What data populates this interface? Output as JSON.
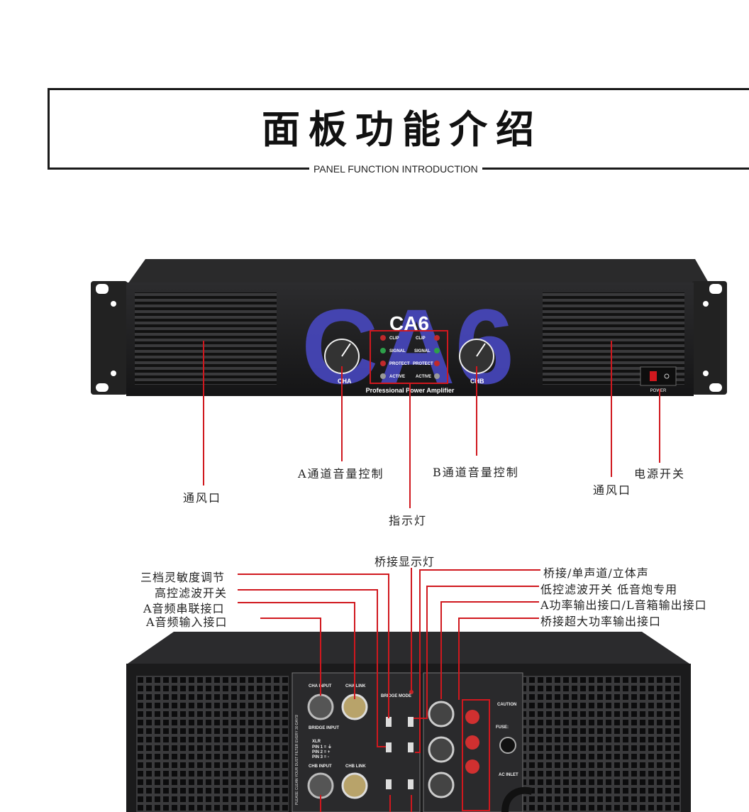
{
  "header": {
    "title": "面板功能介绍",
    "subtitle": "PANEL FUNCTION INTRODUCTION"
  },
  "front_panel": {
    "model_big": "CA6",
    "model_small": "CA6",
    "tagline": "Professional Power Amplifier",
    "channel_a": "CHA",
    "channel_b": "CHB",
    "indicators": [
      "CLIP",
      "SIGNAL",
      "PROTECT",
      "ACTIVE"
    ],
    "power_label": "POWER",
    "labels": {
      "vent_left": "通风口",
      "volume_a": "A通道音量控制",
      "indicator": "指示灯",
      "volume_b": "B通道音量控制",
      "vent_right": "通风口",
      "power_switch": "电源开关"
    }
  },
  "rear_panel": {
    "labels_left": [
      "三档灵敏度调节",
      "高控滤波开关",
      "A音频串联接口",
      "A音频输入接口"
    ],
    "label_top": "桥接显示灯",
    "labels_right": [
      "桥接/单声道/立体声",
      "低控滤波开关 低音炮专用",
      "A功率输出接口/L音箱输出接口",
      "桥接超大功率输出接口"
    ],
    "panel_text": {
      "cha_input": "CHA INPUT",
      "cha_link": "CHA LINK",
      "chb_input": "CHB INPUT",
      "chb_link": "CHB LINK",
      "bridge_input": "BRIDGE INPUT",
      "bridge_mode": "BRIDGE MODE",
      "xlr": "XLR",
      "pin1": "PIN 1 = ⏚",
      "pin2": "PIN 2 = +",
      "pin3": "PIN 3 = -",
      "ac_inlet": "AC INLET",
      "fuse": "FUSE:",
      "caution": "CAUTION",
      "filter_note": "PLEASE CLEAN YOUR DUST FILTER EVERY 30 DAYS!"
    }
  },
  "colors": {
    "callout": "#d0181e",
    "chassis": "#1d1d1f",
    "logo": "#4a4ac8"
  }
}
